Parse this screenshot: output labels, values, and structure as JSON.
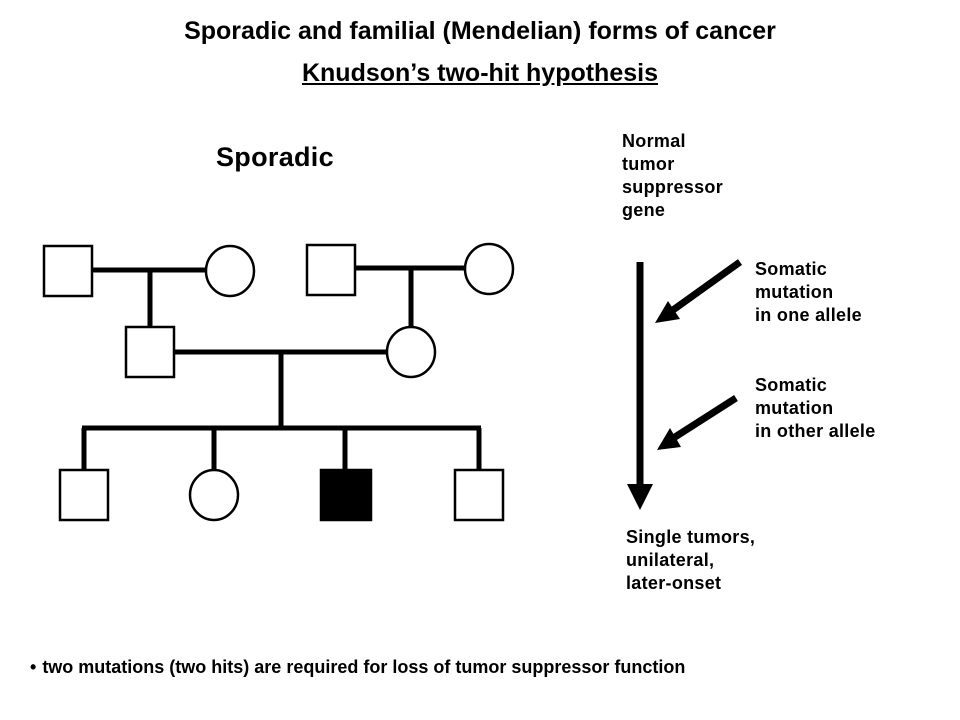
{
  "title": "Sporadic and familial (Mendelian) forms of cancer",
  "subtitle": "Knudson’s two-hit hypothesis",
  "pedigree": {
    "label": "Sporadic",
    "generations": [
      {
        "members": [
          "male",
          "female",
          "male",
          "female"
        ]
      },
      {
        "members": [
          "male",
          "female"
        ]
      },
      {
        "members": [
          "male",
          "female",
          "male-affected",
          "male"
        ]
      }
    ]
  },
  "pathway": {
    "start_label": "Normal\ntumor\nsuppressor\ngene",
    "hit1_label": "Somatic\nmutation\nin one allele",
    "hit2_label": "Somatic\nmutation\nin other allele",
    "outcome_label": "Single tumors,\nunilateral,\nlater-onset"
  },
  "footnote": "two mutations (two hits) are required for loss of tumor suppressor function"
}
